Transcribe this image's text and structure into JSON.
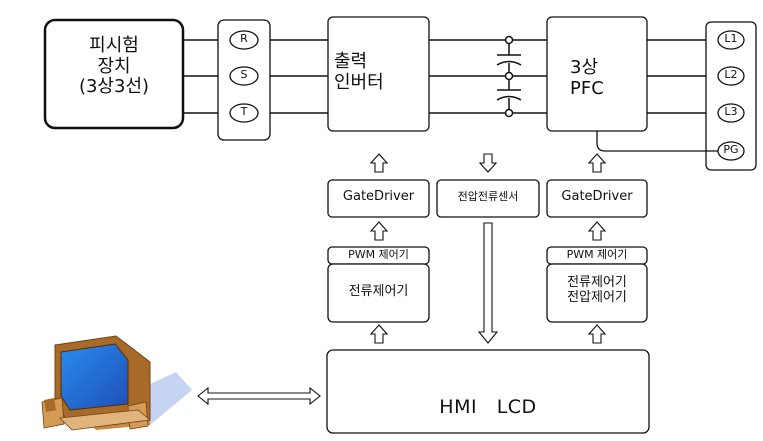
{
  "test_device": {
    "lines": [
      "피시험",
      "장치",
      "(3상3선)"
    ]
  },
  "input_terminals": [
    "R",
    "S",
    "T"
  ],
  "output_inverter": {
    "lines": [
      "출력",
      "인버터"
    ]
  },
  "pfc": {
    "lines": [
      "3상",
      "PFC"
    ]
  },
  "output_terminals": [
    "L1",
    "L2",
    "L3",
    "PG"
  ],
  "gate_driver_left": "GateDriver",
  "gate_driver_right": "GateDriver",
  "sensor": "전압전류센서",
  "pwm_left": {
    "title": "PWM 제어기",
    "body": [
      "전류제어기"
    ]
  },
  "pwm_right": {
    "title": "PWM 제어기",
    "body": [
      "전류제어기",
      "전압제어기"
    ]
  },
  "hmi": "HMI   LCD"
}
